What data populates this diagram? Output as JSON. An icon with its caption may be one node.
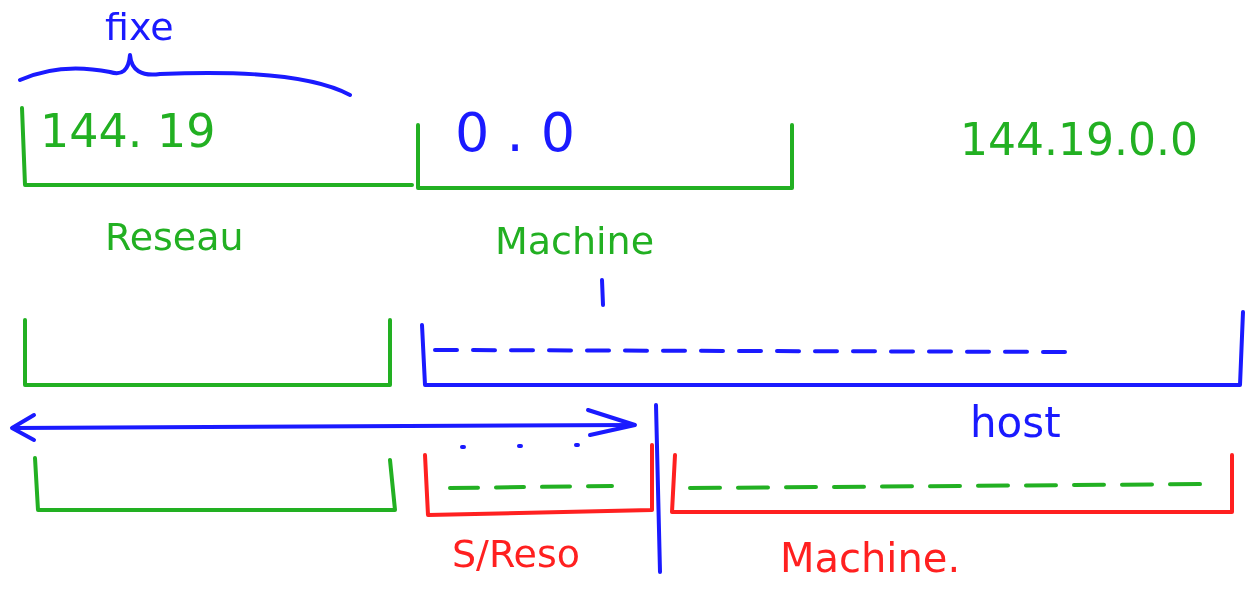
{
  "diagram": {
    "labels": [
      "fixe",
      "144. 19",
      "0 . 0",
      "144.19.0.0",
      "Reseau",
      "Machine",
      "host",
      "S/Reso",
      "Machine."
    ]
  }
}
